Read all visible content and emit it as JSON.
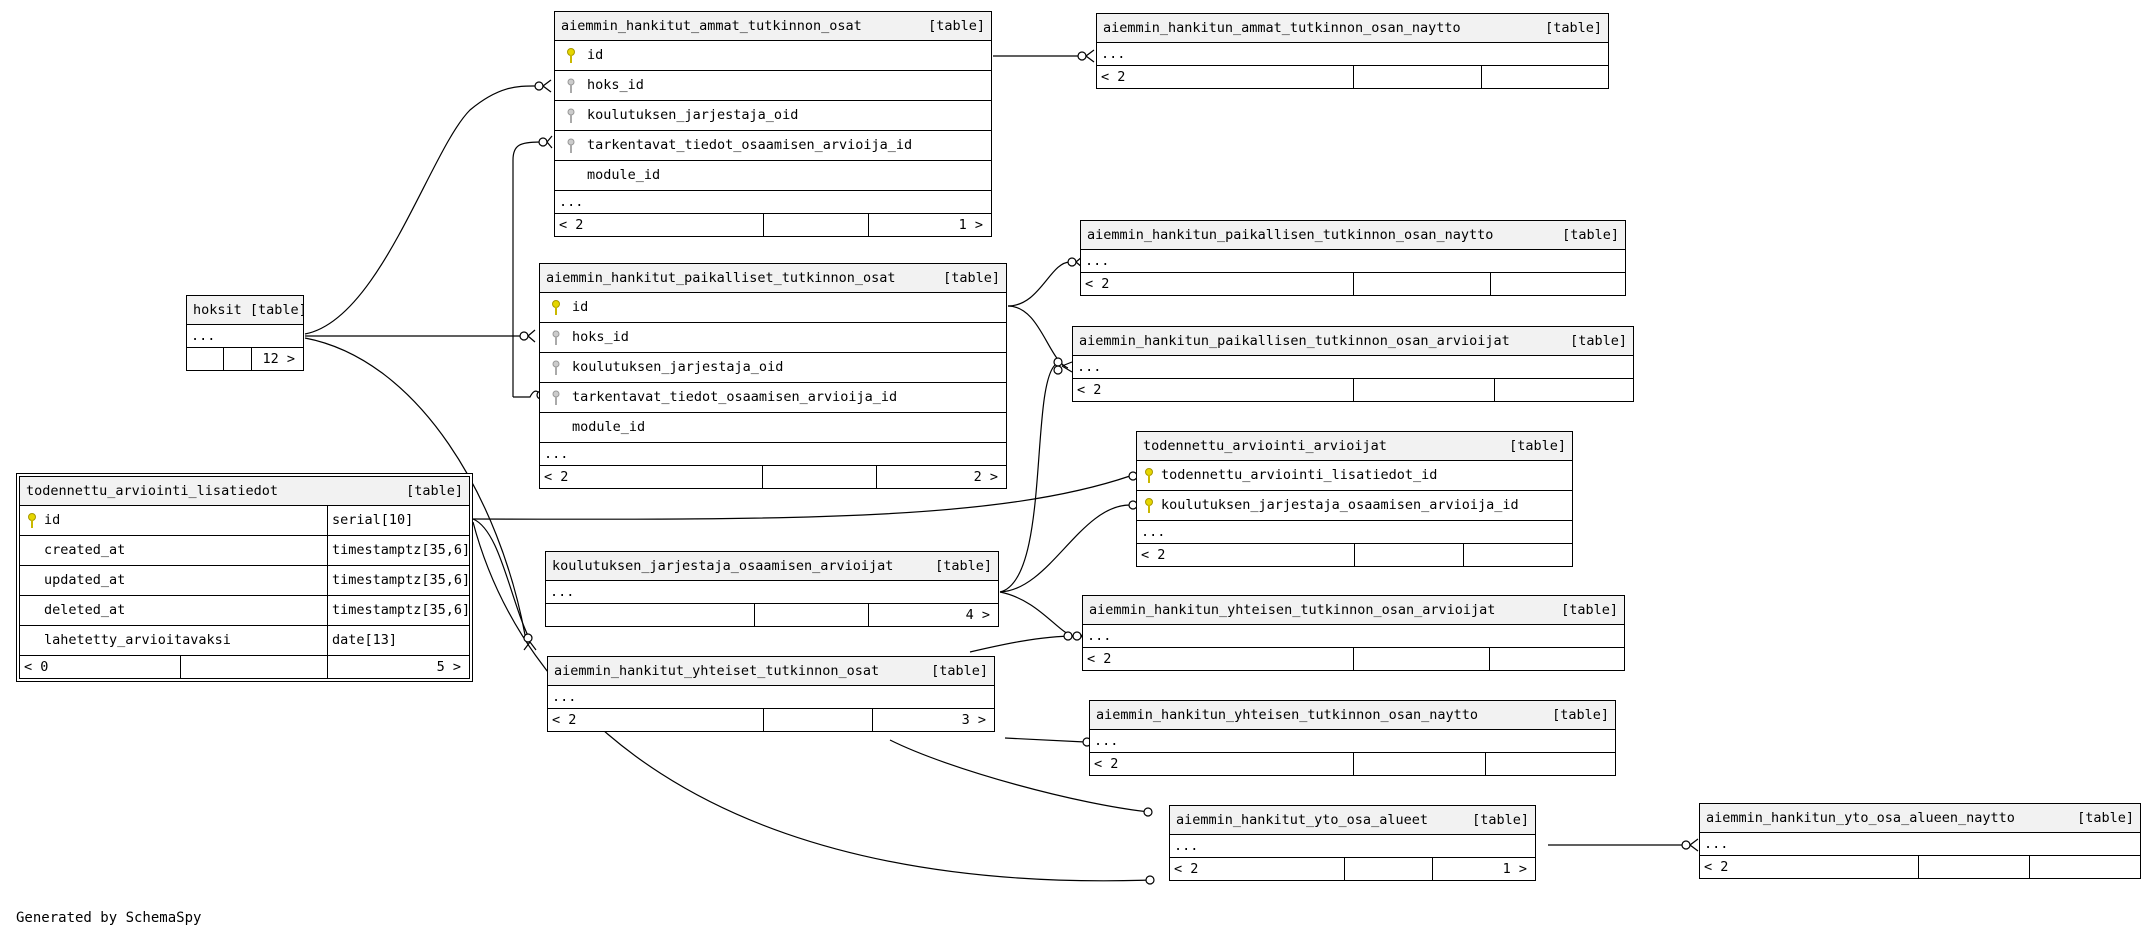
{
  "footer": "Generated by SchemaSpy",
  "tables": {
    "t1": {
      "name": "aiemmin_hankitut_ammat_tutkinnon_osat",
      "tag": "[table]",
      "cols": [
        "id",
        "hoks_id",
        "koulutuksen_jarjestaja_oid",
        "tarkentavat_tiedot_osaamisen_arvioija_id",
        "module_id"
      ],
      "dots": "...",
      "foot_l": "< 2",
      "foot_r": "1 >"
    },
    "t2": {
      "name": "aiemmin_hankitun_ammat_tutkinnon_osan_naytto",
      "tag": "[table]",
      "dots": "...",
      "foot_l": "< 2"
    },
    "t3": {
      "name": "hoksit",
      "tag": "[table]",
      "dots": "...",
      "foot_r": "12 >"
    },
    "t4": {
      "name": "aiemmin_hankitut_paikalliset_tutkinnon_osat",
      "tag": "[table]",
      "cols": [
        "id",
        "hoks_id",
        "koulutuksen_jarjestaja_oid",
        "tarkentavat_tiedot_osaamisen_arvioija_id",
        "module_id"
      ],
      "dots": "...",
      "foot_l": "< 2",
      "foot_r": "2 >"
    },
    "t5": {
      "name": "aiemmin_hankitun_paikallisen_tutkinnon_osan_naytto",
      "tag": "[table]",
      "dots": "...",
      "foot_l": "< 2"
    },
    "t6": {
      "name": "aiemmin_hankitun_paikallisen_tutkinnon_osan_arvioijat",
      "tag": "[table]",
      "dots": "...",
      "foot_l": "< 2"
    },
    "t7": {
      "name": "todennettu_arviointi_lisatiedot",
      "tag": "[table]",
      "cols": [
        "id",
        "created_at",
        "updated_at",
        "deleted_at",
        "lahetetty_arvioitavaksi"
      ],
      "types": [
        "serial[10]",
        "timestamptz[35,6]",
        "timestamptz[35,6]",
        "timestamptz[35,6]",
        "date[13]"
      ],
      "foot_l": "< 0",
      "foot_r": "5 >"
    },
    "t8": {
      "name": "todennettu_arviointi_arvioijat",
      "tag": "[table]",
      "cols": [
        "todennettu_arviointi_lisatiedot_id",
        "koulutuksen_jarjestaja_osaamisen_arvioija_id"
      ],
      "dots": "...",
      "foot_l": "< 2"
    },
    "t9": {
      "name": "koulutuksen_jarjestaja_osaamisen_arvioijat",
      "tag": "[table]",
      "dots": "...",
      "foot_r": "4 >"
    },
    "t10": {
      "name": "aiemmin_hankitun_yhteisen_tutkinnon_osan_arvioijat",
      "tag": "[table]",
      "dots": "...",
      "foot_l": "< 2"
    },
    "t11": {
      "name": "aiemmin_hankitut_yhteiset_tutkinnon_osat",
      "tag": "[table]",
      "dots": "...",
      "foot_l": "< 2",
      "foot_r": "3 >"
    },
    "t12": {
      "name": "aiemmin_hankitun_yhteisen_tutkinnon_osan_naytto",
      "tag": "[table]",
      "dots": "...",
      "foot_l": "< 2"
    },
    "t13": {
      "name": "aiemmin_hankitut_yto_osa_alueet",
      "tag": "[table]",
      "dots": "...",
      "foot_l": "< 2",
      "foot_r": "1 >"
    },
    "t14": {
      "name": "aiemmin_hankitun_yto_osa_alueen_naytto",
      "tag": "[table]",
      "dots": "...",
      "foot_l": "< 2"
    }
  }
}
